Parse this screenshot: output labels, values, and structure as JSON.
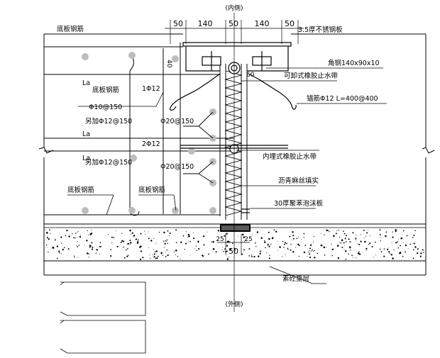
{
  "orientation": {
    "top": "(内侧)",
    "bottom": "(外侧)"
  },
  "dimensions": {
    "top": [
      "50",
      "140",
      "50",
      "140",
      "50"
    ],
    "width_50_bottom": "50",
    "gap_left": "25",
    "gap_right": "25",
    "plate_height": "40",
    "angle_size": "60"
  },
  "labels": {
    "cover_plate": "3.5厚不锈钢板",
    "bottom_rebar_top": "底板钢筋",
    "angle_steel": "角钢140x90x10",
    "removable_waterstop": "可卸式橡胶止水带",
    "la_1": "La",
    "bottom_rebar_la": "底板钢筋",
    "rebar_1phi12": "1Φ12",
    "anchor_bar": "锚筋Φ12 L=400@400",
    "phi10": "Φ10@150",
    "phi20_upper": "Φ20@150",
    "la_2": "La",
    "extra_phi12_upper": "另加Φ12@150",
    "rebar_2phi12": "2Φ12",
    "embedded_waterstop": "内埋式橡胶止水带",
    "la_3": "La",
    "extra_phi12_lower": "另加Φ12@150",
    "phi20_lower": "Φ20@150",
    "asphalt_board": "沥青麻丝填实",
    "bottom_rebar_left": "底板钢筋",
    "bottom_rebar_mid": "底板钢筋",
    "foam_board": "30厚聚苯泡沫板",
    "cushion": "素砼垫层"
  }
}
